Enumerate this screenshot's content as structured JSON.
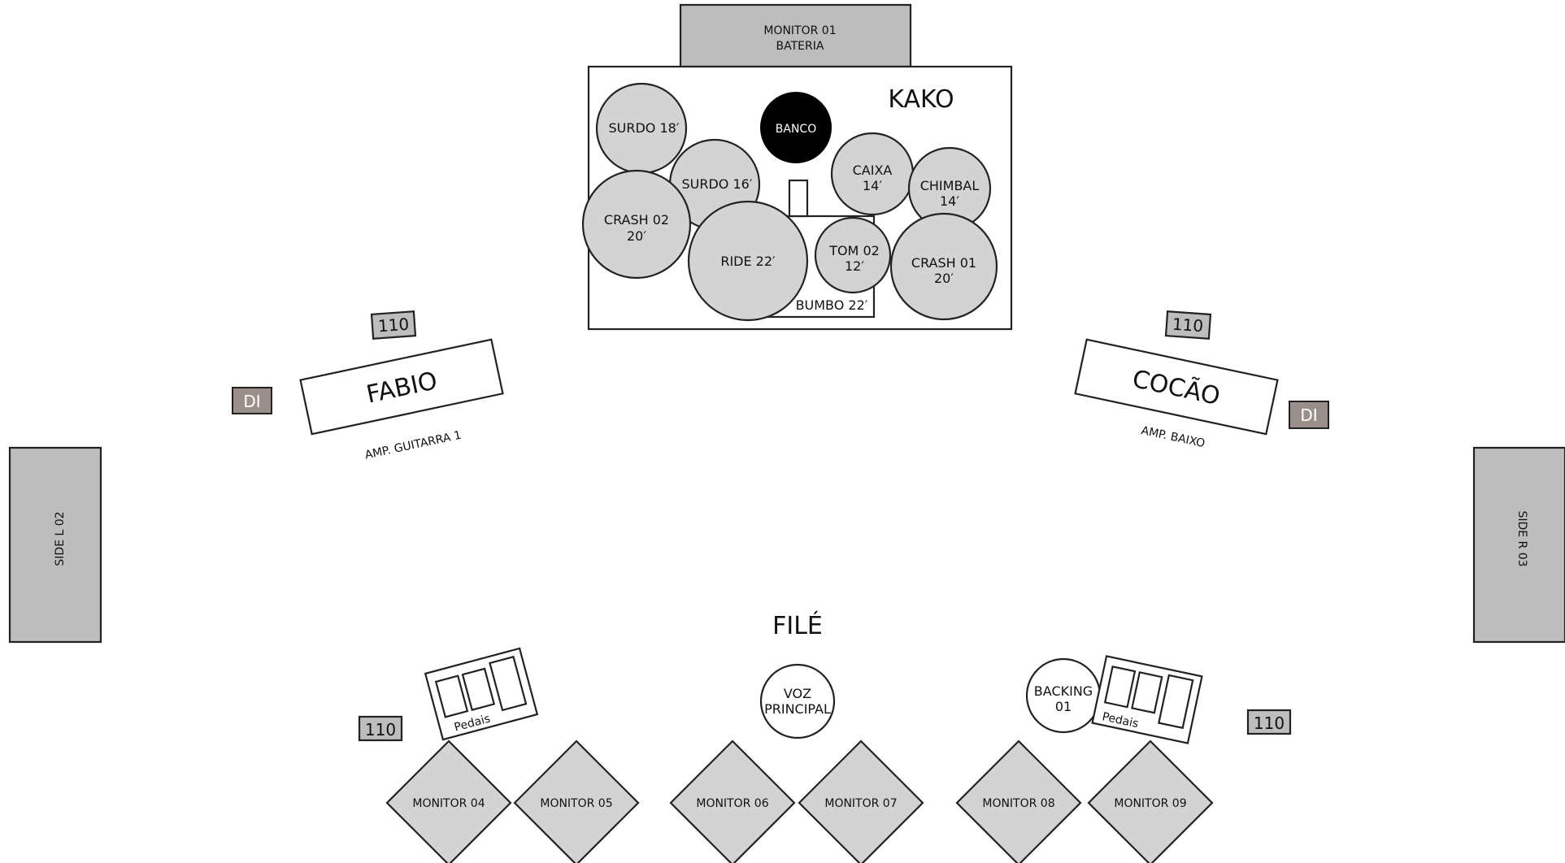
{
  "drums": {
    "monitor_01": [
      "MONITOR  01",
      "BATERIA"
    ],
    "musician": "KAKO",
    "banco": "BANCO",
    "surdo18": "SURDO 18′",
    "surdo16": "SURDO 16′",
    "crash02": [
      "CRASH 02",
      "20′"
    ],
    "ride": "RIDE 22′",
    "tom02": [
      "TOM 02",
      "12′"
    ],
    "caixa": [
      "CAIXA",
      "14′"
    ],
    "chimbal": [
      "CHIMBAL",
      "14′"
    ],
    "crash01": [
      "CRASH 01",
      "20′"
    ],
    "bumbo": "BUMBO 22′"
  },
  "guitar": {
    "amp_label": "FABIO",
    "amp_caption": "AMP. GUITARRA 1",
    "box_110": "110",
    "di": "DI"
  },
  "bass": {
    "amp_label": "COCÃO",
    "amp_caption": "AMP. BAIXO",
    "box_110": "110",
    "di": "DI"
  },
  "sides": {
    "left": "SIDE L  02",
    "right": "SIDE R  03"
  },
  "front": {
    "musician": "FILÉ",
    "voz": [
      "VOZ",
      "PRINCIPAL"
    ],
    "backing": [
      "BACKING",
      "01"
    ],
    "pedals_left": "Pedais",
    "pedals_right": "Pedais",
    "box_110_left": "110",
    "box_110_right": "110",
    "monitors": [
      "MONITOR 04",
      "MONITOR 05",
      "MONITOR 06",
      "MONITOR 07",
      "MONITOR 08",
      "MONITOR 09"
    ]
  }
}
